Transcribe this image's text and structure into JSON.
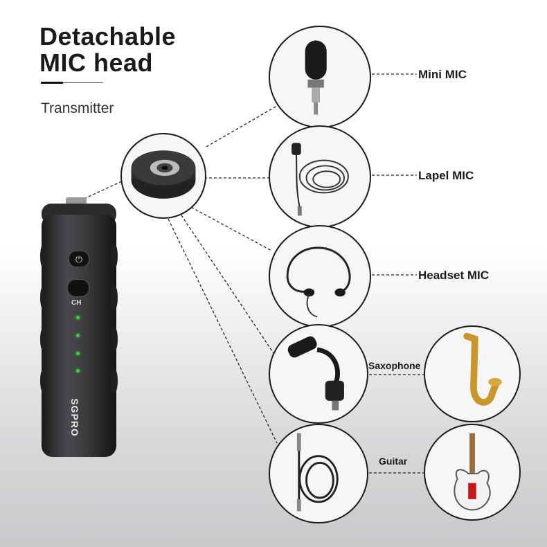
{
  "header": {
    "title_line1": "Detachable",
    "title_line2": "MIC head",
    "subtitle": "Transmitter"
  },
  "device": {
    "brand": "SGPRO",
    "ch_label": "CH"
  },
  "accessories": [
    {
      "label": "Mini MIC"
    },
    {
      "label": "Lapel MIC"
    },
    {
      "label": "Headset MIC"
    },
    {
      "label": "Saxophone"
    },
    {
      "label": "Guitar"
    }
  ],
  "colors": {
    "led": "#39d33b",
    "circle_border": "#1b1b1b",
    "circle_fill": "#f6f5f8"
  }
}
